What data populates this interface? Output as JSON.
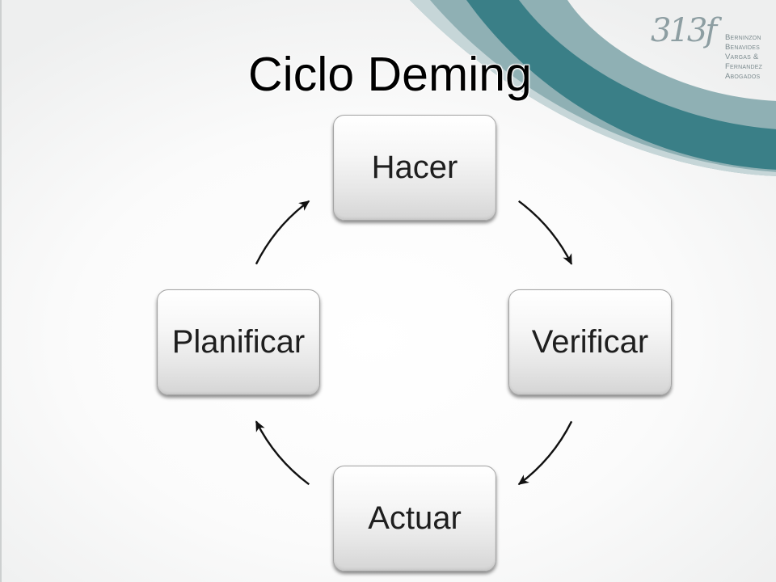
{
  "slide": {
    "title": "Ciclo Deming"
  },
  "logo": {
    "mark": "313f",
    "name_lines": [
      "Berninzon",
      "Benavides",
      "Vargas &",
      "Fernandez",
      "Abogados"
    ]
  },
  "diagram": {
    "nodes": [
      {
        "label": "Hacer"
      },
      {
        "label": "Verificar"
      },
      {
        "label": "Actuar"
      },
      {
        "label": "Planificar"
      }
    ],
    "edges": [
      [
        0,
        1
      ],
      [
        1,
        2
      ],
      [
        2,
        3
      ],
      [
        3,
        0
      ]
    ]
  },
  "colors": {
    "swoosh_light": "#8fb0b4",
    "swoosh_dark": "#3a7f87",
    "logo": "#8d9ea2",
    "arrow": "#111111"
  }
}
